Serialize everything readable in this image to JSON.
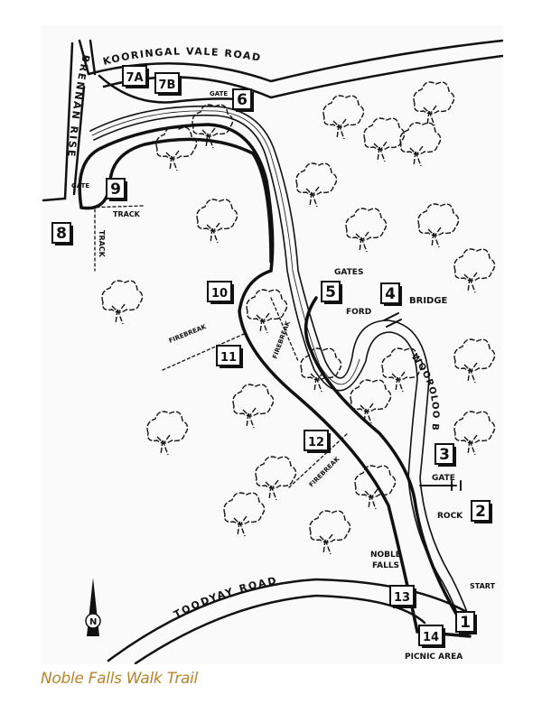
{
  "map": {
    "roads": {
      "kooringal": "KOORINGAL VALE ROAD",
      "brennan": "BRENNAN RISE",
      "toodyay": "TOODYAY ROAD"
    },
    "stops": [
      "1",
      "2",
      "3",
      "4",
      "5",
      "6",
      "7A",
      "7B",
      "8",
      "9",
      "10",
      "11",
      "12",
      "13",
      "14"
    ],
    "labels": {
      "gate_6": "GATE",
      "gate_9": "GATE",
      "track_h": "TRACK",
      "track_v": "TRACK",
      "gates": "GATES",
      "ford": "FORD",
      "bridge": "BRIDGE",
      "firebreak_1": "FIREBREAK",
      "firebreak_2": "FIREBREAK",
      "firebreak_3": "FIREBREAK",
      "brook": "WOOROLOO BROOK",
      "gate_3": "GATE",
      "rock": "ROCK",
      "noble_falls_1": "NOBLE",
      "noble_falls_2": "FALLS",
      "start": "START",
      "picnic": "PICNIC AREA",
      "north": "N"
    },
    "colors": {
      "ink": "#111111",
      "paper": "#fafafa",
      "caption": "#b8842c"
    }
  },
  "caption": "Noble Falls Walk Trail"
}
